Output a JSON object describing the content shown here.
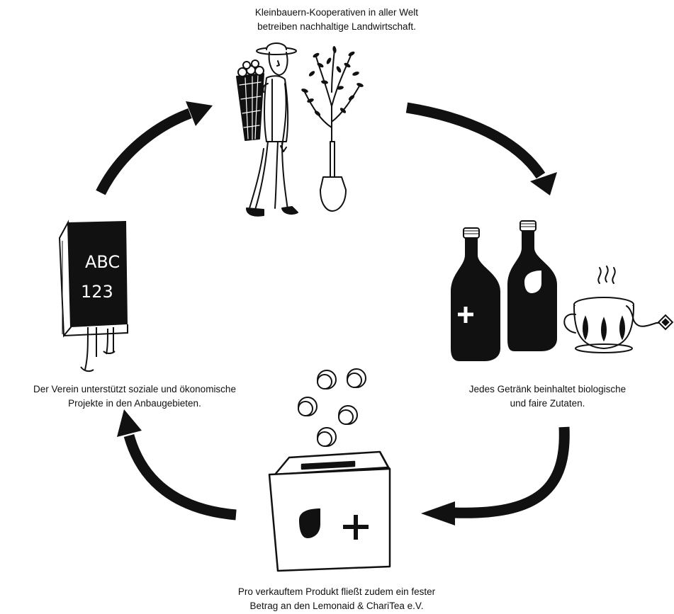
{
  "diagram": {
    "type": "cycle",
    "colors": {
      "ink": "#111111",
      "paper": "#ffffff"
    },
    "steps": [
      {
        "id": "farm",
        "caption": [
          "Kleinbauern-Kooperativen in aller Welt",
          "betreiben nachhaltige Landwirtschaft."
        ],
        "icons": [
          "farmer-icon",
          "tree-icon",
          "shovel-icon"
        ]
      },
      {
        "id": "drinks",
        "caption": [
          "Jedes Getränk beinhaltet biologische",
          "und faire Zutaten."
        ],
        "icons": [
          "lemonade-bottle-icon",
          "tea-bottle-icon",
          "tea-cup-icon"
        ]
      },
      {
        "id": "donation",
        "caption": [
          "Pro verkauftem Produkt fließt zudem ein fester",
          "Betrag an den Lemonaid & ChariTea e.V."
        ],
        "icons": [
          "coin-icon",
          "donation-box-icon"
        ]
      },
      {
        "id": "projects",
        "caption": [
          "Der Verein unterstützt soziale und ökonomische",
          "Projekte in den Anbaugebieten."
        ],
        "icons": [
          "school-book-icon"
        ]
      }
    ],
    "book": {
      "line1": "ABC",
      "line2": "123"
    },
    "arrows": [
      "farm-to-drinks",
      "drinks-to-donation",
      "donation-to-projects",
      "projects-to-farm"
    ]
  }
}
